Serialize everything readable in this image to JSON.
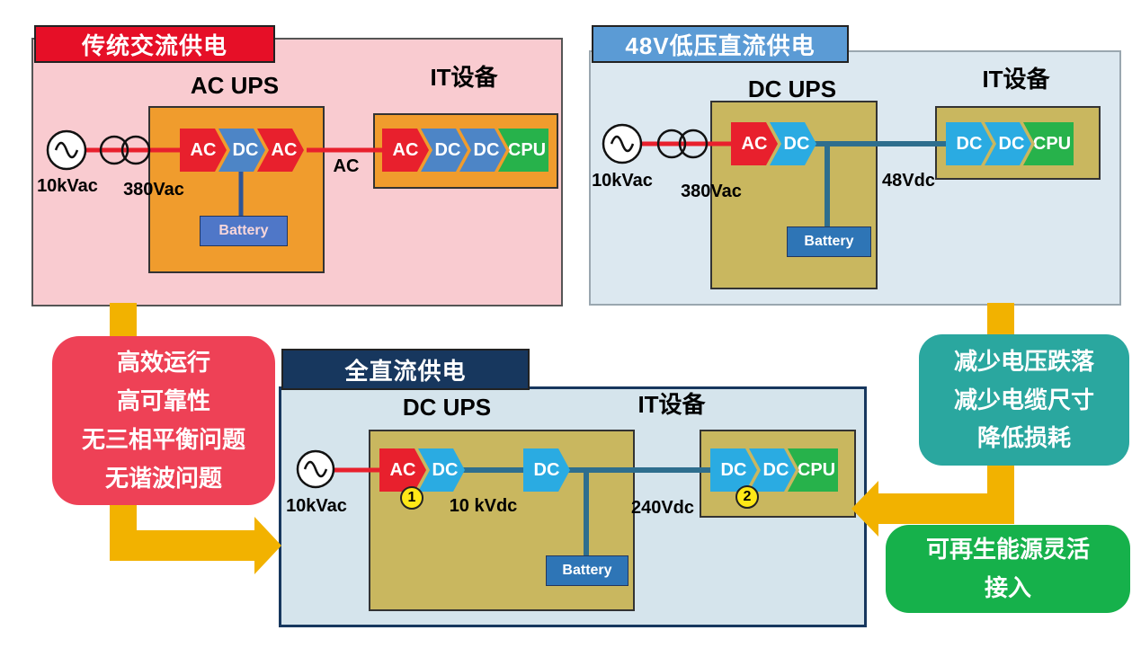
{
  "panel_ac": {
    "title": "传统交流供电",
    "ups_label": "AC UPS",
    "it_label": "IT设备",
    "source": "10kVac",
    "transformer": "380Vac",
    "line": "AC",
    "blocks": [
      "AC",
      "DC",
      "AC"
    ],
    "battery": "Battery",
    "it_blocks": [
      "AC",
      "DC",
      "DC",
      "CPU"
    ]
  },
  "panel_48v": {
    "title": "48V低压直流供电",
    "ups_label": "DC UPS",
    "it_label": "IT设备",
    "source": "10kVac",
    "transformer": "380Vac",
    "line": "48Vdc",
    "blocks": [
      "AC",
      "DC"
    ],
    "battery": "Battery",
    "it_blocks": [
      "DC",
      "DC",
      "CPU"
    ]
  },
  "panel_fulldc": {
    "title": "全直流供电",
    "ups_label": "DC UPS",
    "it_label": "IT设备",
    "source": "10kVac",
    "line1": "10 kVdc",
    "line2": "240Vdc",
    "blocks": [
      "AC",
      "DC"
    ],
    "mid_block": "DC",
    "battery": "Battery",
    "it_blocks": [
      "DC",
      "DC",
      "CPU"
    ],
    "marker1": "1",
    "marker2": "2"
  },
  "callout_left": {
    "lines": [
      "高效运行",
      "高可靠性",
      "无三相平衡问题",
      "无谐波问题"
    ]
  },
  "callout_right": {
    "lines": [
      "减少电压跌落",
      "减少电缆尺寸",
      "降低损耗"
    ]
  },
  "callout_green": {
    "lines": [
      "可再生能源灵活",
      "接入"
    ]
  },
  "colors": {
    "arrow": "#f2b200",
    "ac_block": "#e8202d",
    "dc_block_steel": "#4d85c6",
    "dc_block_cyan": "#2aabe2",
    "cpu_block": "#27b24b",
    "battery": "#2e75b6",
    "navy": "#17375e",
    "red_banner": "#e60f27",
    "blue_banner": "#5b9bd5",
    "red_callout": "#ee4156",
    "teal_callout": "#2aa79f",
    "green_callout": "#16b14b"
  }
}
